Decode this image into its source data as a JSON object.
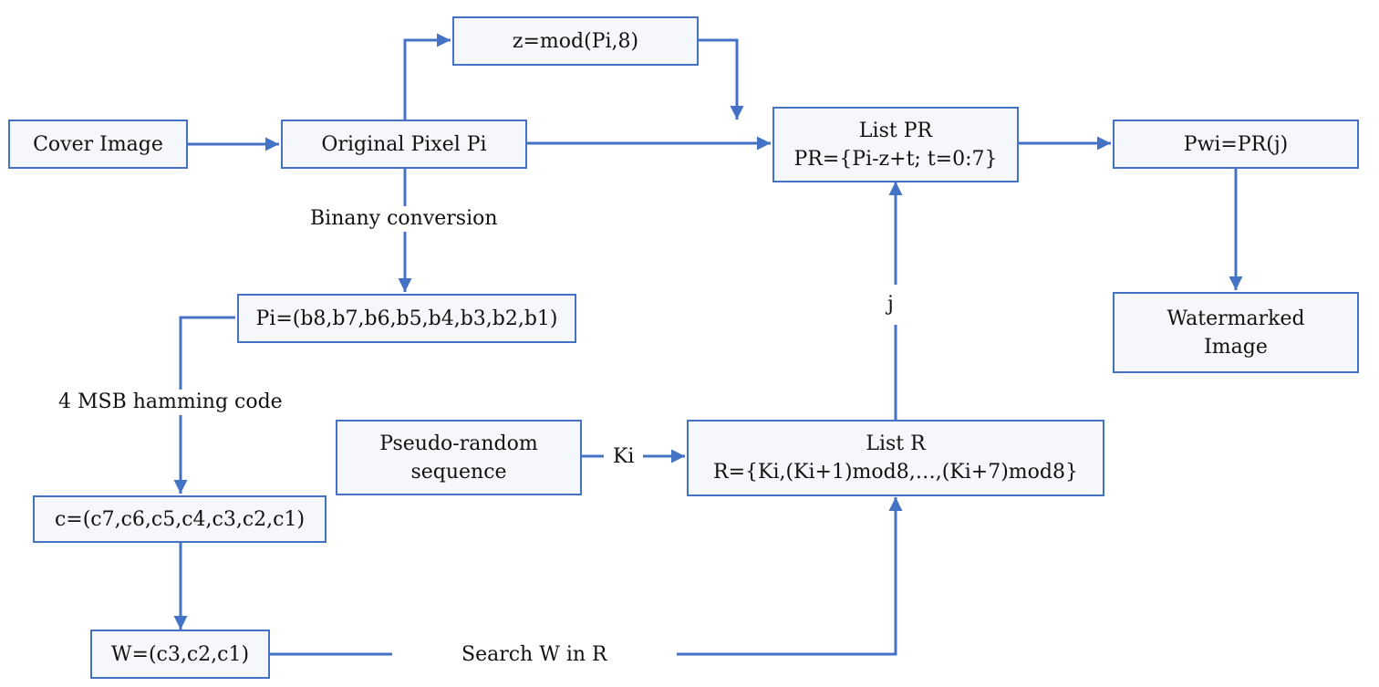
{
  "colors": {
    "stroke": "#4472c4",
    "box_fill": "#f5f7fb",
    "text": "#111111"
  },
  "nodes": {
    "cover_image": "Cover Image",
    "original_pixel": "Original Pixel Pi",
    "mod_z": "z=mod(Pi,8)",
    "list_pr_title": "List PR",
    "list_pr_formula": "PR={Pi-z+t; t=0:7}",
    "pwi": "Pwi=PR(j)",
    "watermarked_line1": "Watermarked",
    "watermarked_line2": "Image",
    "pi_bits": "Pi=(b8,b7,b6,b5,b4,b3,b2,b1)",
    "pseudo_line1": "Pseudo-random",
    "pseudo_line2": "sequence",
    "list_r_title": "List R",
    "list_r_formula": "R={Ki,(Ki+1)mod8,…,(Ki+7)mod8}",
    "c_code": "c=(c7,c6,c5,c4,c3,c2,c1)",
    "w_code": "W=(c3,c2,c1)"
  },
  "edge_labels": {
    "binary": "Binany conversion",
    "hamming": "4 MSB hamming code",
    "ki": "Ki",
    "j": "j",
    "search": "Search W in R"
  }
}
